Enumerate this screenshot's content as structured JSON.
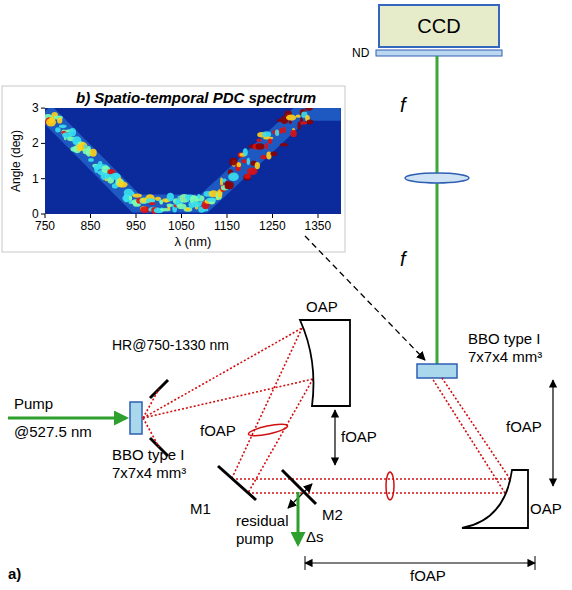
{
  "diagram": {
    "nodes": [
      {
        "text": [
          "CCD"
        ]
      },
      {
        "text": [
          "b) Spatio-temporal PDC spectrum"
        ]
      }
    ],
    "labels": [
      "ND",
      "f",
      "f",
      "BBO type I 7x7x4 mm³",
      "OAP",
      "HR@750-1330 nm",
      "Pump @527.5 nm",
      "fOAP",
      "fOAP",
      "BBO type I 7x7x4 mm³",
      "fOAP",
      "M1",
      "residual pump",
      "M2",
      "Δs",
      "OAP",
      "a)",
      "fOAP",
      "Angle (deg)",
      "0",
      "1",
      "2",
      "3",
      "λ (nm)",
      "750",
      "850",
      "950",
      "1050",
      "1150",
      "1250",
      "1350"
    ]
  }
}
